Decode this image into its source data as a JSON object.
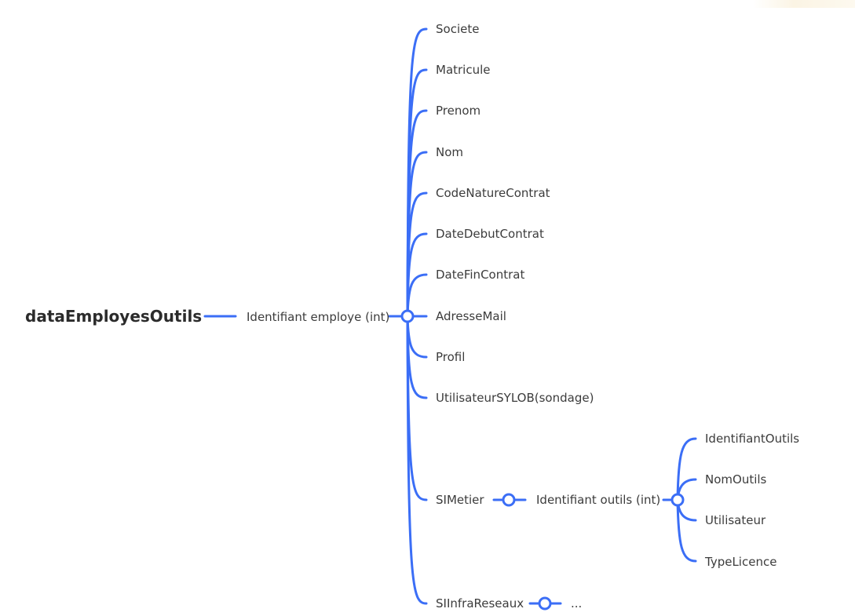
{
  "root": "dataEmployesOutils",
  "key_node": "Identifiant employe (int)",
  "fields": [
    "Societe",
    "Matricule",
    "Prenom",
    "Nom",
    "CodeNatureContrat",
    "DateDebutContrat",
    "DateFinContrat",
    "AdresseMail",
    "Profil",
    "UtilisateurSYLOB(sondage)",
    "SIMetier",
    "SIInfraReseaux"
  ],
  "simetier": {
    "key_node": "Identifiant outils (int)",
    "fields": [
      "IdentifiantOutils",
      "NomOutils",
      "Utilisateur",
      "TypeLicence"
    ]
  },
  "siinfra": {
    "collapsed": "..."
  },
  "colors": {
    "branch": "#3b6ef6",
    "root_text": "#2b2b2b",
    "node_text": "#3c3c3c"
  }
}
